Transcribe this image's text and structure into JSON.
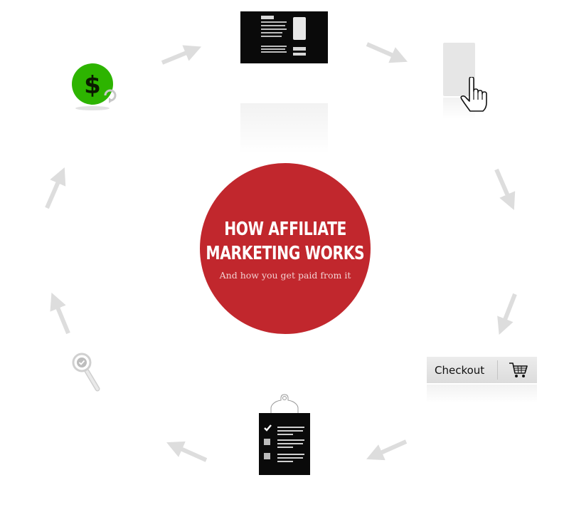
{
  "diagram": {
    "title_line1": "HOW AFFILIATE",
    "title_line2": "MARKETING WORKS",
    "subtitle": "And how you get paid from it",
    "checkout_label": "Checkout",
    "colors": {
      "hub": "#c1272d",
      "arrow": "#dddddd",
      "coin": "#2db400",
      "dark": "#0a0a0a"
    },
    "icons": [
      "website-icon",
      "banner-ad-icon",
      "hand-cursor-icon",
      "checkout-button",
      "cart-icon",
      "clipboard-icon",
      "magnifier-icon",
      "dollar-coin-icon",
      "refresh-icon"
    ]
  }
}
